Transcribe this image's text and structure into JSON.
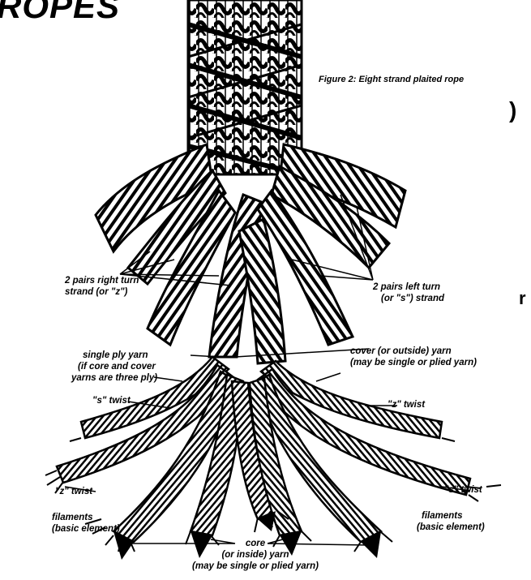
{
  "heading_fragment": "ROPES",
  "left_fragments": [
    ")",
    "r"
  ],
  "figure_caption": "Figure 2: Eight strand plaited rope",
  "labels": {
    "right_turn_1": "2 pairs right turn",
    "right_turn_2": "strand (or \"z\")",
    "left_turn_1": "2 pairs left turn",
    "left_turn_2": "(or \"s\") strand",
    "single_ply_1": "single ply yarn",
    "single_ply_2": "(if core and cover",
    "single_ply_3": "yarns are three ply)",
    "cover_1": "cover (or outside) yarn",
    "cover_2": "(may be single or plied yarn)",
    "s_twist_left": "\"s\" twist",
    "z_twist_right": "\"z\" twist",
    "z_twist_left": "\"z\" twist",
    "s_twist_right": "\"s\" twist",
    "filaments_left_1": "filaments",
    "filaments_left_2": "(basic element)",
    "filaments_right_1": "filaments",
    "filaments_right_2": "(basic element)",
    "core_1": "core",
    "core_2": "(or inside) yarn",
    "core_3": "(may be single or plied yarn)"
  },
  "colors": {
    "ink": "#000000",
    "paper": "#ffffff"
  }
}
